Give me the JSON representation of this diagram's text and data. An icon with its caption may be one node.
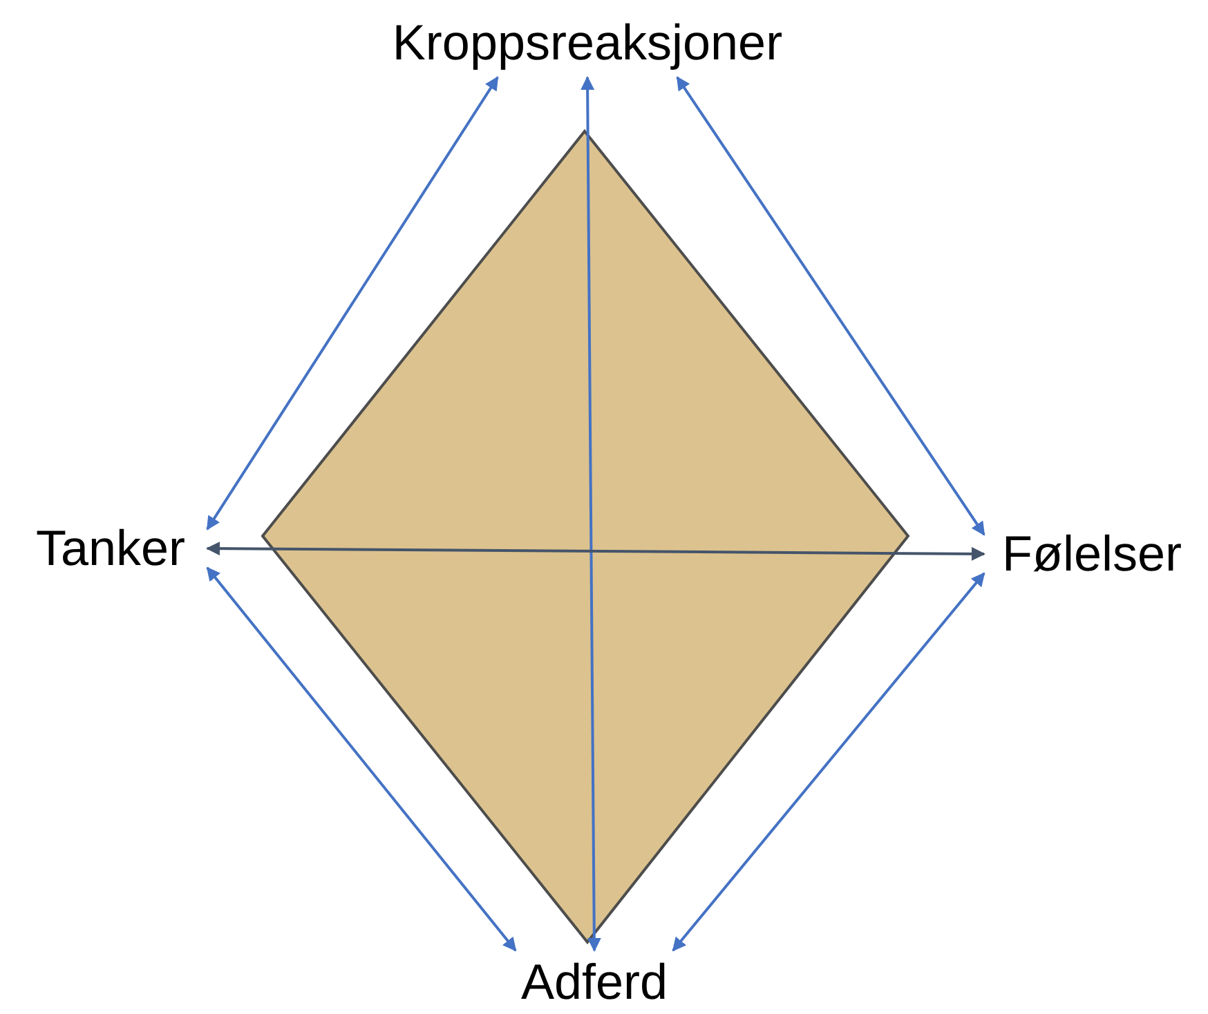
{
  "diagram": {
    "nodes": [
      {
        "text": [
          "Kroppsreaksjoner"
        ]
      },
      {
        "text": [
          "Tanker"
        ]
      },
      {
        "text": [
          "Følelser"
        ]
      },
      {
        "text": [
          "Adferd"
        ]
      }
    ],
    "edges": [
      {
        "from": 0,
        "to": 1,
        "arrow": "both"
      },
      {
        "from": 0,
        "to": 2,
        "arrow": "both"
      },
      {
        "from": 1,
        "to": 3,
        "arrow": "both"
      },
      {
        "from": 2,
        "to": 3,
        "arrow": "both"
      },
      {
        "from": 0,
        "to": 3,
        "arrow": "both"
      },
      {
        "from": 1,
        "to": 2,
        "arrow": "both",
        "color": "#44546a"
      }
    ]
  }
}
